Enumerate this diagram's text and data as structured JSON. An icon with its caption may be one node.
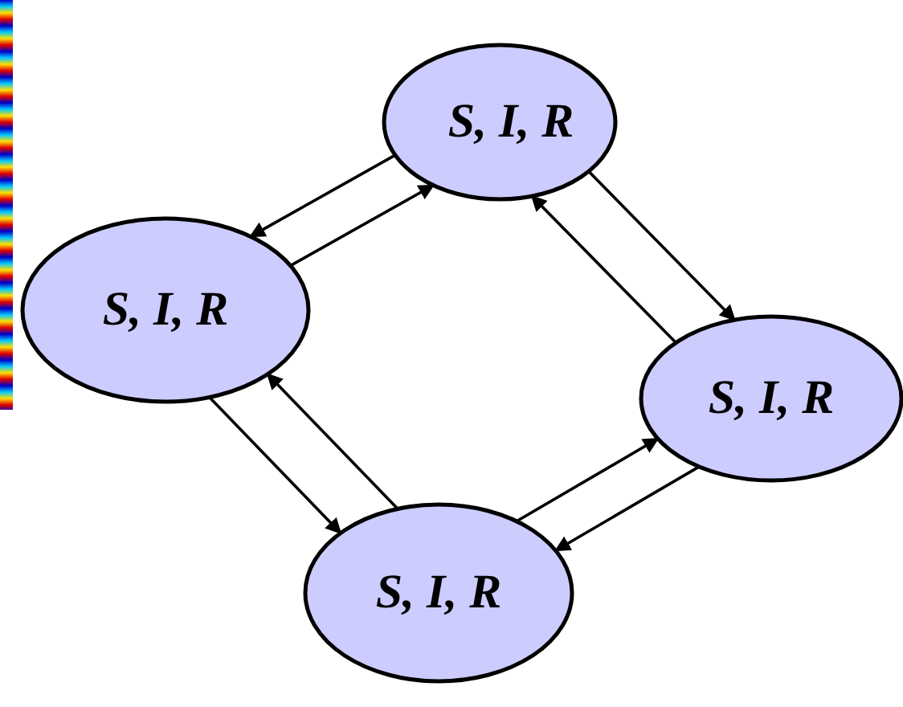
{
  "diagram": {
    "nodes": [
      {
        "text": [
          "S, I, R"
        ]
      },
      {
        "text": [
          "S, I, R"
        ]
      },
      {
        "text": [
          "S, I, R"
        ]
      },
      {
        "text": [
          "S, I, R"
        ]
      }
    ],
    "edges": [
      {
        "from": 1,
        "to": 0,
        "arrow": "to"
      },
      {
        "from": 0,
        "to": 1,
        "arrow": "to"
      },
      {
        "from": 0,
        "to": 2,
        "arrow": "to"
      },
      {
        "from": 2,
        "to": 0,
        "arrow": "to"
      },
      {
        "from": 1,
        "to": 3,
        "arrow": "to"
      },
      {
        "from": 3,
        "to": 1,
        "arrow": "to"
      },
      {
        "from": 3,
        "to": 2,
        "arrow": "to"
      },
      {
        "from": 2,
        "to": 3,
        "arrow": "to"
      }
    ]
  }
}
